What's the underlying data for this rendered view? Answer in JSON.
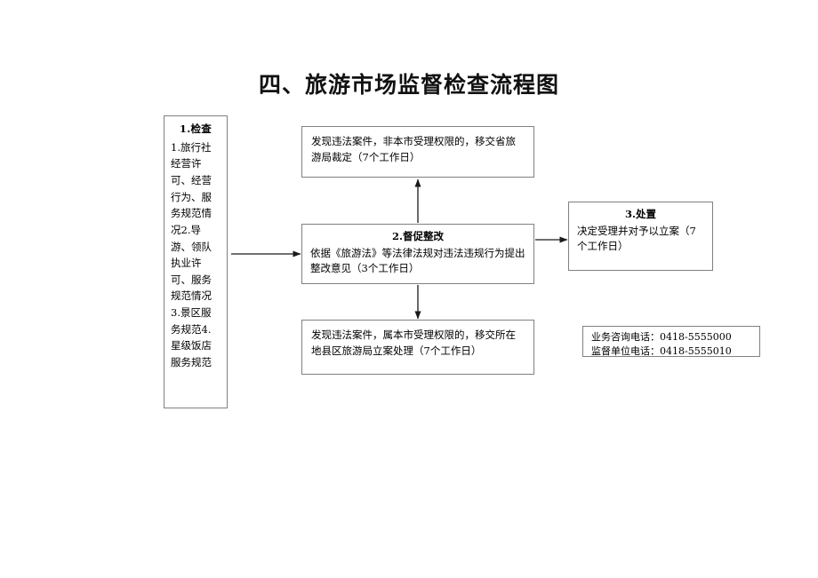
{
  "document": {
    "title": "四、旅游市场监督检查流程图"
  },
  "flowchart": {
    "type": "process-flow",
    "nodes": [
      {
        "id": "inspection",
        "header": "1.检查",
        "body": "1.旅行社经营许可、经营行为、服务规范情况2.导游、领队执业许可、服务规范情况3.景区服务规范4.星级饭店服务规范"
      },
      {
        "id": "transfer-province",
        "header": "",
        "body": "发现违法案件，非本市受理权限的，移交省旅游局裁定（7个工作日）"
      },
      {
        "id": "rectification",
        "header": "2.督促整改",
        "body": "依据《旅游法》等法律法规对违法违规行为提出整改意见（3个工作日）"
      },
      {
        "id": "transfer-county",
        "header": "",
        "body": "发现违法案件，属本市受理权限的，移交所在地县区旅游局立案处理（7个工作日）"
      },
      {
        "id": "disposal",
        "header": "3.处置",
        "body": "决定受理并对予以立案（7个工作日）"
      }
    ],
    "edges": [
      {
        "from": "inspection",
        "to": "rectification",
        "direction": "right"
      },
      {
        "from": "rectification",
        "to": "transfer-province",
        "direction": "up"
      },
      {
        "from": "rectification",
        "to": "transfer-county",
        "direction": "down"
      },
      {
        "from": "rectification",
        "to": "disposal",
        "direction": "right"
      }
    ]
  },
  "contact": {
    "business_line": "业务咨询电话：0418-5555000",
    "supervision_line": "监督单位电话：0418-5555010"
  },
  "colors": {
    "border": "#808080",
    "text": "#000000",
    "background": "#ffffff",
    "arrow": "#1a1a1a"
  }
}
